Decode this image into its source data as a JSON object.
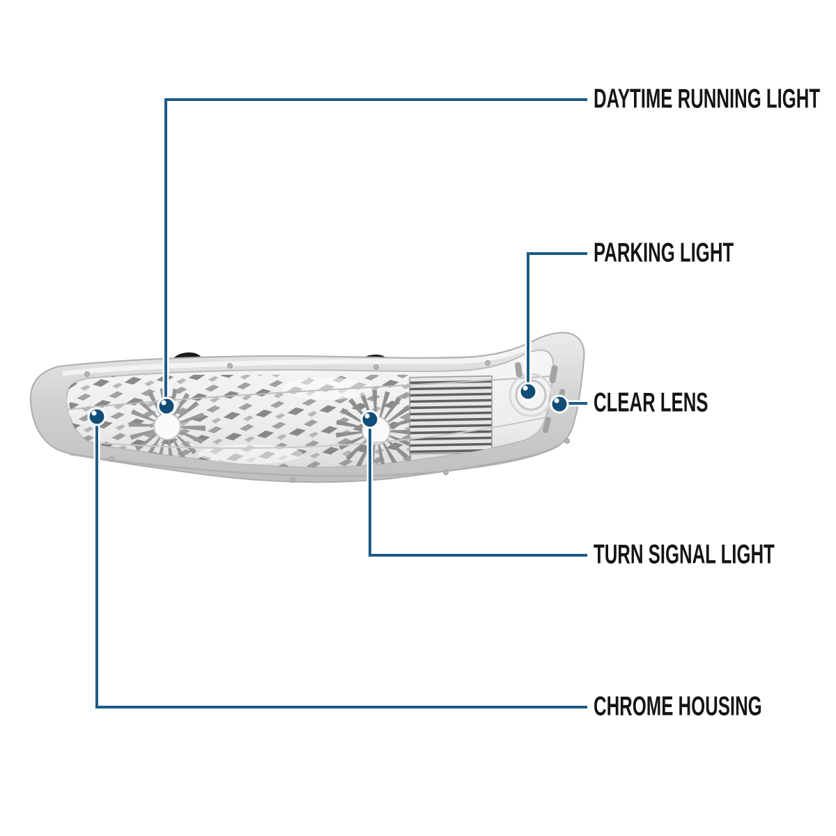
{
  "diagram": {
    "background_color": "#ffffff",
    "line_color": "#1d5c84",
    "dot_color": "#114e77",
    "dot_ring_color": "#ffffff",
    "text_color": "#141414",
    "callouts": [
      {
        "id": "daytime-running-light",
        "label": "DAYTIME RUNNING LIGHT"
      },
      {
        "id": "parking-light",
        "label": "PARKING LIGHT"
      },
      {
        "id": "clear-lens",
        "label": "CLEAR LENS"
      },
      {
        "id": "turn-signal-light",
        "label": "TURN SIGNAL LIGHT"
      },
      {
        "id": "chrome-housing",
        "label": "CHROME HOUSING"
      }
    ]
  }
}
